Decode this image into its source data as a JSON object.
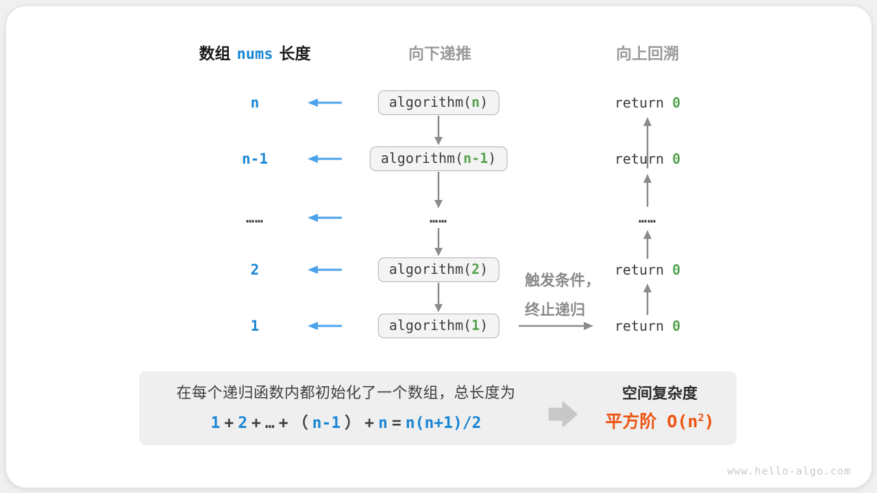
{
  "card": {
    "watermark": "www.hello-algo.com"
  },
  "colors": {
    "accent_blue": "#1a86d4",
    "arrow_blue": "#4ba2ea",
    "code_green": "#55a350",
    "result_orange": "#ee5310",
    "arrow_gray": "#8b8b8b",
    "header_gray": "#9a9a9a",
    "box_fill": "#f4f4f4",
    "summary_fill": "#efefef"
  },
  "headers": {
    "array_label_prefix": "数组",
    "array_var": "nums",
    "array_label_suffix": "长度",
    "recurse_down": "向下递推",
    "backtrack_up": "向上回溯"
  },
  "rows": [
    {
      "label": "n",
      "call_prefix": "algorithm(",
      "call_arg": "n",
      "call_suffix": ")",
      "return_keyword": "return ",
      "return_value": "0"
    },
    {
      "label": "n-1",
      "call_prefix": "algorithm(",
      "call_arg": "n-1",
      "call_suffix": ")",
      "return_keyword": "return ",
      "return_value": "0"
    },
    {
      "label": "……",
      "center_ellipsis": "……",
      "right_ellipsis": "……"
    },
    {
      "label": "2",
      "call_prefix": "algorithm(",
      "call_arg": "2",
      "call_suffix": ")",
      "return_keyword": "return ",
      "return_value": "0"
    },
    {
      "label": "1",
      "call_prefix": "algorithm(",
      "call_arg": "1",
      "call_suffix": ")",
      "return_keyword": "return ",
      "return_value": "0"
    }
  ],
  "trigger_note": {
    "line1": "触发条件，",
    "line2": "终止递归"
  },
  "summary": {
    "description": "在每个递归函数内都初始化了一个数组，总长度为",
    "formula_tokens": [
      {
        "t": "1",
        "c": "blue"
      },
      {
        "t": "+",
        "c": "dark"
      },
      {
        "t": "2",
        "c": "blue"
      },
      {
        "t": "+",
        "c": "dark"
      },
      {
        "t": "…",
        "c": "dark"
      },
      {
        "t": "+",
        "c": "dark"
      },
      {
        "t": "（",
        "c": "dark"
      },
      {
        "t": "n-1",
        "c": "blue"
      },
      {
        "t": "）",
        "c": "dark"
      },
      {
        "t": "+",
        "c": "dark"
      },
      {
        "t": "n",
        "c": "blue"
      },
      {
        "t": "=",
        "c": "dark"
      },
      {
        "t": "n(n+1)/2",
        "c": "blue"
      }
    ],
    "result_title": "空间复杂度",
    "result_order_prefix": "平方阶 O(n",
    "result_exponent": "2",
    "result_order_suffix": ")"
  }
}
